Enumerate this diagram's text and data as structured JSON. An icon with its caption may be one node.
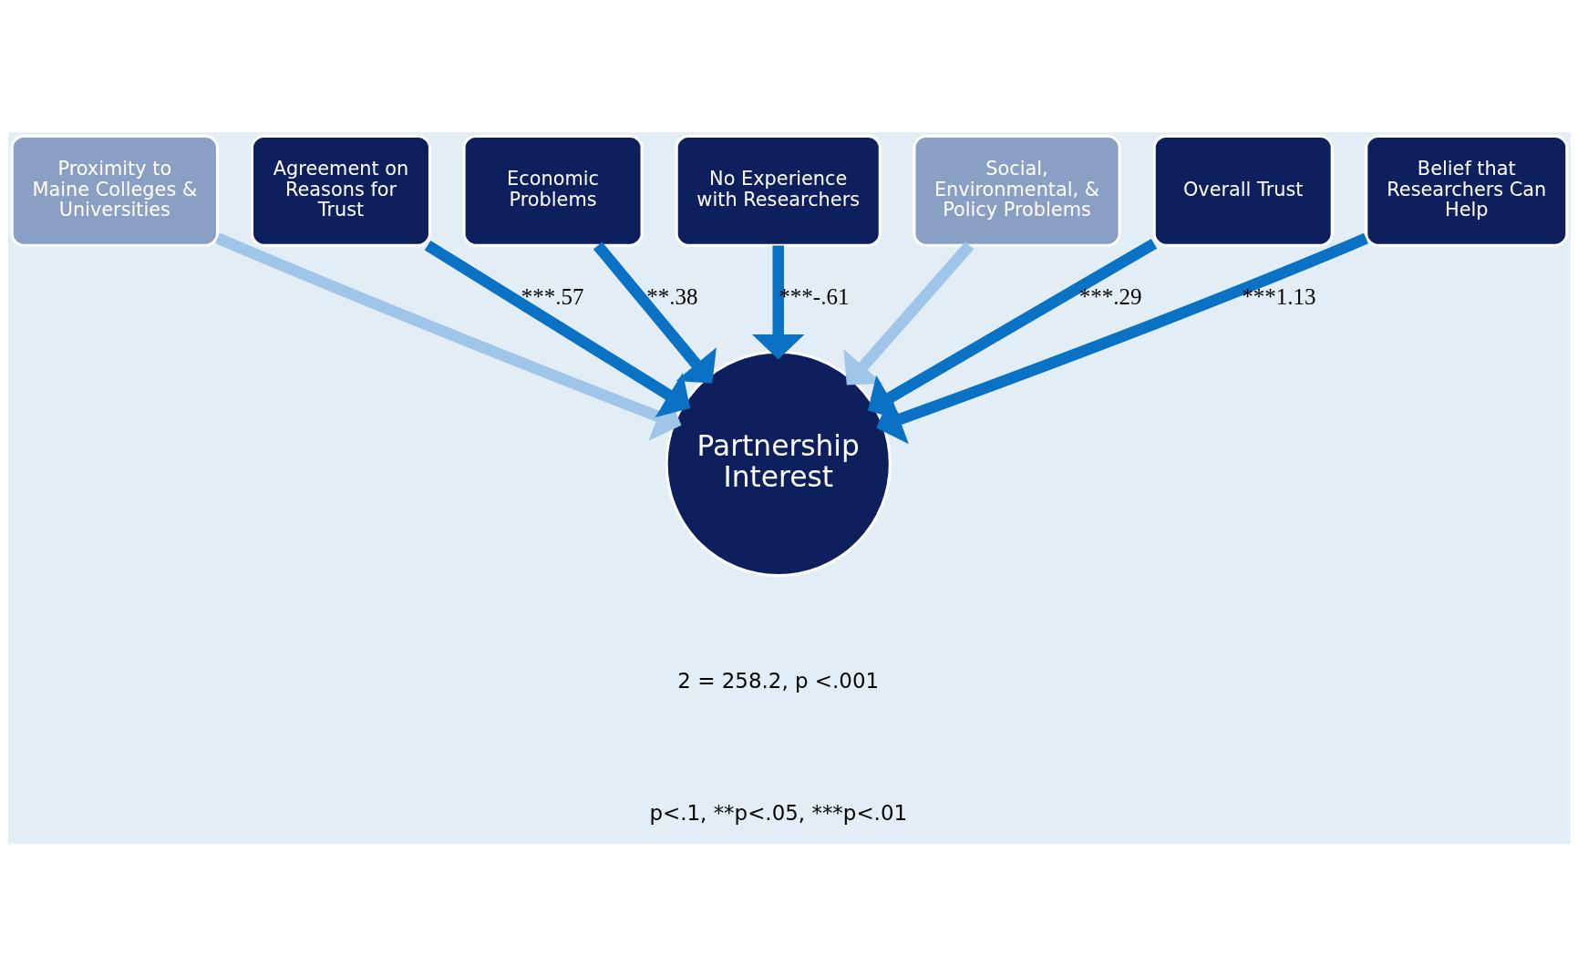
{
  "diagram": {
    "nodes": [
      {
        "text": [
          "Proximity to Maine Colleges & Universities"
        ]
      },
      {
        "text": [
          "Agreement on Reasons for Trust"
        ]
      },
      {
        "text": [
          "Economic Problems"
        ]
      },
      {
        "text": [
          "No Experience with Researchers"
        ]
      },
      {
        "text": [
          "Social, Environmental, & Policy Problems"
        ]
      },
      {
        "text": [
          "Overall Trust"
        ]
      },
      {
        "text": [
          "Partnership Interest"
        ]
      },
      {
        "text": [
          "Belief that Researchers Can Help"
        ]
      }
    ],
    "edges": [
      {
        "from": 0,
        "to": 6,
        "arrow": "to",
        "color": "#9fc5e8"
      },
      {
        "from": 1,
        "to": 6,
        "arrow": "to",
        "label": "***.57"
      },
      {
        "from": 2,
        "to": 6,
        "arrow": "to",
        "label": "**.38"
      },
      {
        "from": 3,
        "to": 6,
        "arrow": "to",
        "label": "***-.61"
      },
      {
        "from": 4,
        "to": 6,
        "arrow": "to",
        "color": "#9fc5e8"
      },
      {
        "from": 5,
        "to": 6,
        "arrow": "to",
        "label": "***.29"
      },
      {
        "from": 7,
        "to": 6,
        "arrow": "to",
        "label": "***1.13"
      }
    ],
    "labels": [
      "2 = 258.2, p <.001",
      "p<.1, **p<.05, ***p<.01"
    ]
  }
}
